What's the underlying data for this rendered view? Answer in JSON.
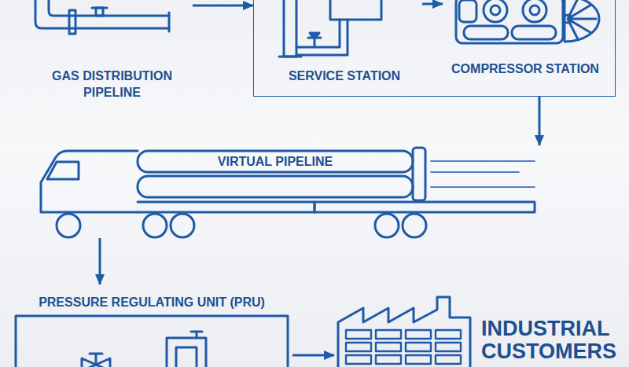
{
  "diagram": {
    "nodes": [
      {
        "text": [
          "GAS DISTRIBUTION PIPELINE"
        ]
      },
      {
        "text": []
      },
      {
        "text": [
          "SERVICE STATION"
        ],
        "in": 1
      },
      {
        "text": [
          "COMPRESSOR STATION"
        ],
        "in": 1
      },
      {
        "text": [
          "VIRTUAL PIPELINE"
        ]
      },
      {
        "text": [
          "PRESSURE REGULATING UNIT (PRU)"
        ]
      },
      {
        "text": [
          "INDUSTRIAL CUSTOMERS"
        ]
      }
    ],
    "edges": [
      {
        "from": 0,
        "to": 1,
        "arrow": "to"
      },
      {
        "from": 2,
        "to": 3,
        "arrow": "to"
      },
      {
        "from": 1,
        "to": 4,
        "arrow": "to"
      },
      {
        "from": 4,
        "to": 5,
        "arrow": "to"
      },
      {
        "from": 5,
        "to": 6,
        "arrow": "to"
      }
    ]
  }
}
